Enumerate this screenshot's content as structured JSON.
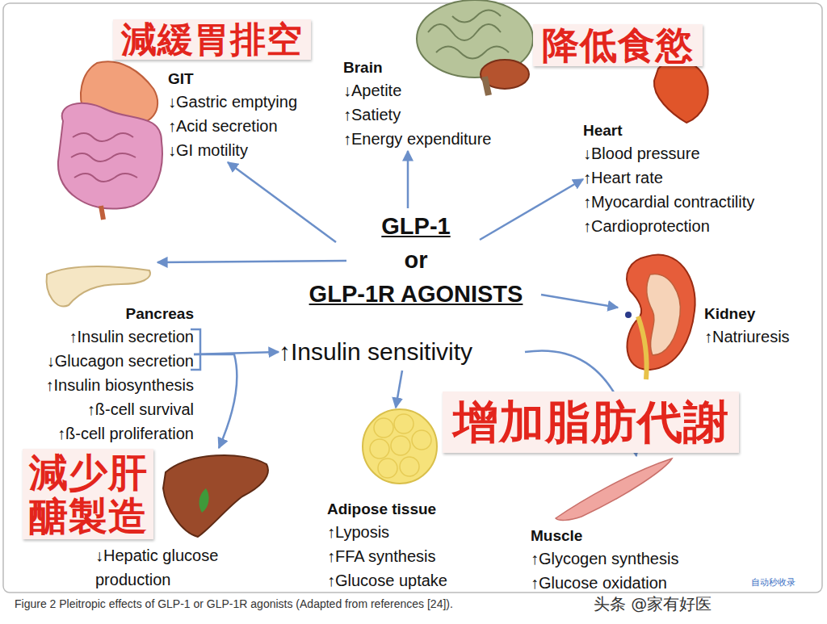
{
  "diagram": {
    "caption": "Figure 2 Pleitropic effects of GLP-1 or GLP-1R agonists (Adapted from references [24]).",
    "nodes": [
      {
        "text": [
          "減緩胃排空"
        ]
      },
      {
        "text": [
          "GIT",
          "↓Gastric emptying",
          "↑Acid secretion",
          "↓GI motility"
        ]
      },
      {
        "text": [
          "Brain",
          "↓Apetite",
          "↑Satiety",
          "↑Energy expenditure"
        ]
      },
      {
        "text": [
          "降低食慾"
        ]
      },
      {
        "text": [
          "Heart",
          "↓Blood pressure",
          "↑Heart rate",
          "↑Myocardial contractility",
          "↑Cardioprotection"
        ]
      },
      {
        "text": [
          "GLP-1",
          "or",
          "GLP-1R AGONISTS"
        ]
      },
      {
        "text": [
          "Pancreas",
          "↑Insulin secretion",
          "↓Glucagon secretion",
          "↑Insulin biosynthesis",
          "↑ß-cell survival",
          "↑ß-cell proliferation"
        ]
      },
      {
        "text": [
          "Kidney",
          "↑Natriuresis"
        ]
      },
      {
        "text": [
          "↑Insulin sensitivity"
        ]
      },
      {
        "text": [
          "增加脂肪代謝"
        ]
      },
      {
        "text": [
          "減少肝醣製造"
        ]
      },
      {
        "text": [
          "↓Hepatic glucose production"
        ]
      },
      {
        "text": [
          "Adipose tissue",
          "↑Lyposis",
          "↑FFA synthesis",
          "↑Glucose uptake"
        ]
      },
      {
        "text": [
          "Muscle",
          "↑Glycogen synthesis",
          "↑Glucose oxidation"
        ]
      }
    ],
    "edges": [
      {
        "from": 5,
        "to": 1,
        "arrow": "to"
      },
      {
        "from": 5,
        "to": 2,
        "arrow": "to"
      },
      {
        "from": 5,
        "to": 4,
        "arrow": "to"
      },
      {
        "from": 5,
        "to": 6,
        "arrow": "to"
      },
      {
        "from": 5,
        "to": 7,
        "arrow": "to"
      },
      {
        "from": 6,
        "to": 8,
        "arrow": "to"
      },
      {
        "from": 6,
        "to": 11,
        "arrow": "to"
      },
      {
        "from": 8,
        "to": 12,
        "arrow": "to"
      },
      {
        "from": 8,
        "to": 13,
        "arrow": "to"
      }
    ],
    "labels": [
      "头条 @家有好医",
      "自动秒收录"
    ]
  }
}
